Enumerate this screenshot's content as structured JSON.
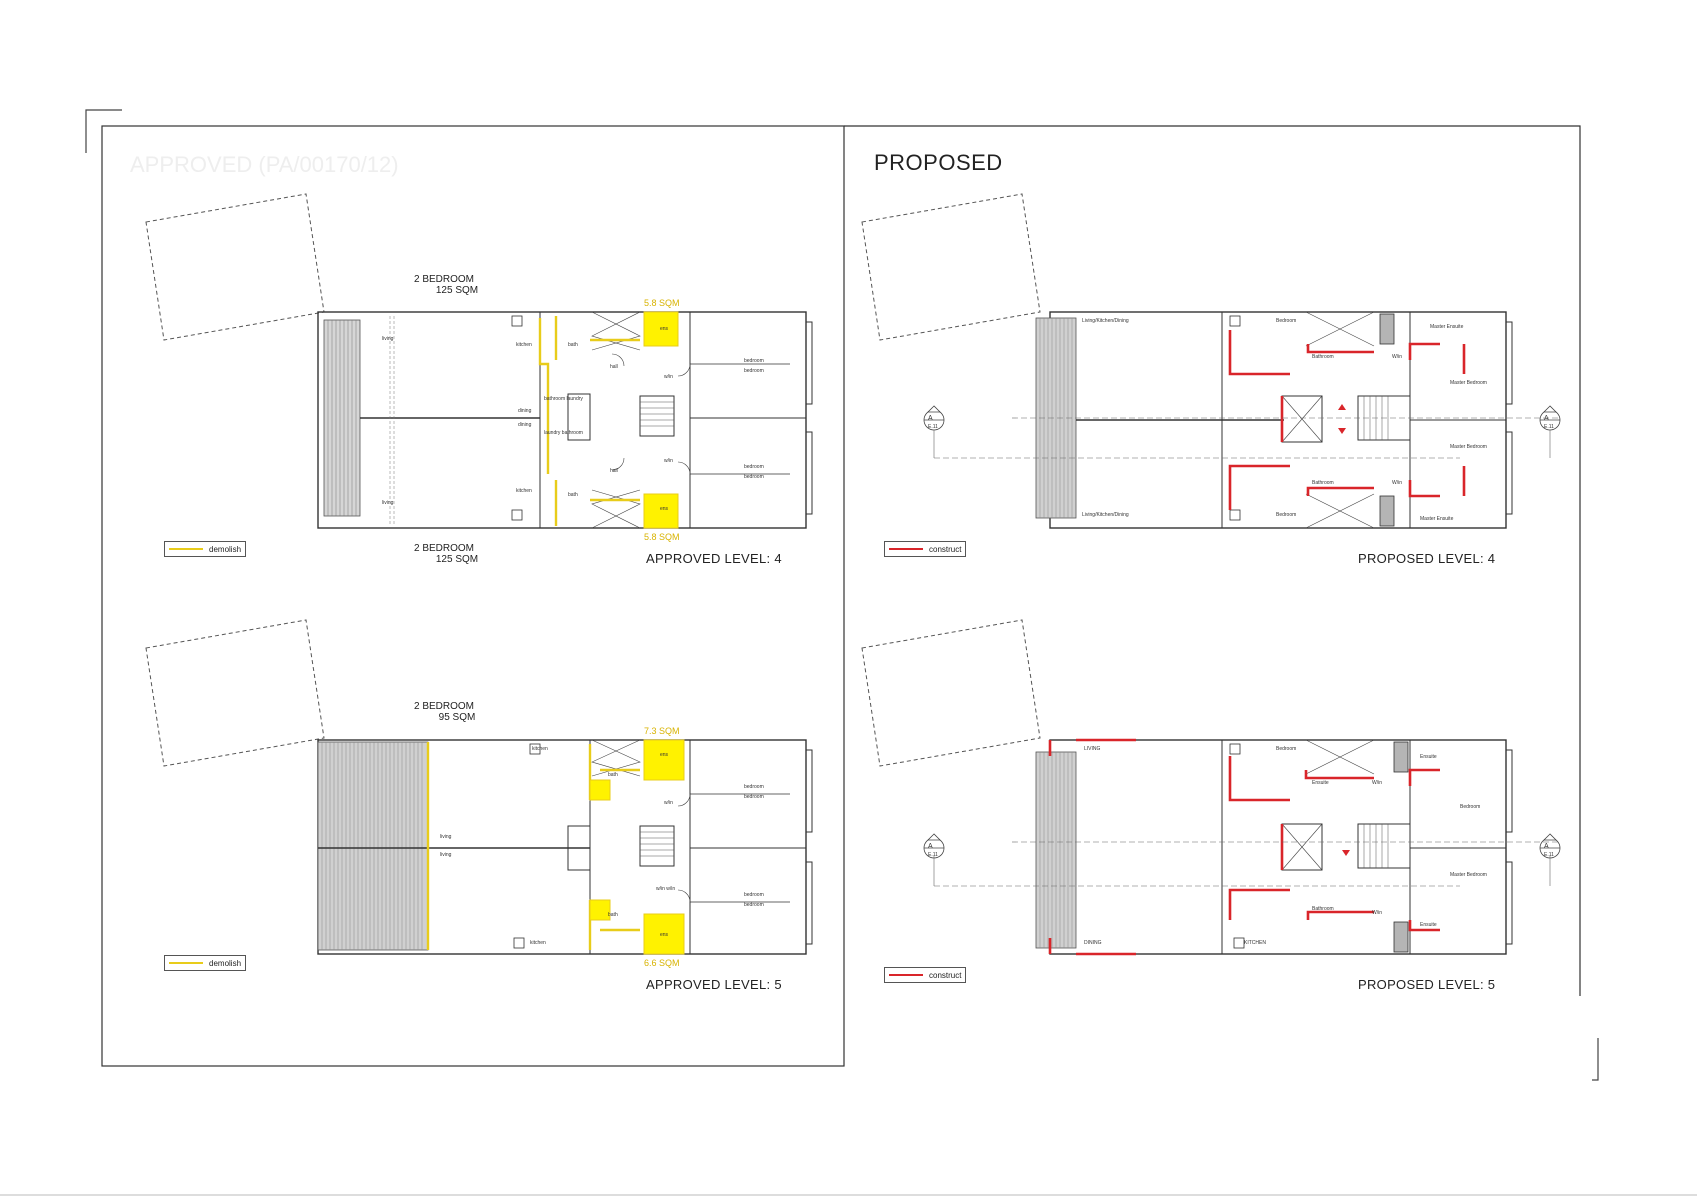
{
  "sheet": {
    "left_title": "APPROVED (PA/00170/12)",
    "right_title": "PROPOSED"
  },
  "colors": {
    "demolish": "#e8cc1a",
    "demolish_fill": "#fff200",
    "construct": "#d9252a",
    "line": "#333333"
  },
  "approved_l4": {
    "caption": "APPROVED LEVEL: 4",
    "top_unit": "2 BEDROOM",
    "top_area": "125 SQM",
    "bottom_unit": "2 BEDROOM",
    "bottom_area": "125 SQM",
    "tag_top": "5.8 SQM",
    "tag_bottom": "5.8 SQM",
    "legend": "demolish",
    "rooms": [
      "living",
      "kitchen",
      "bath",
      "hall",
      "bedroom",
      "bedroom",
      "w/in",
      "ens",
      "dining",
      "bathroom laundry",
      "laundry bathroom",
      "dining",
      "hall",
      "w/in",
      "bedroom",
      "bedroom",
      "kitchen",
      "living",
      "bath",
      "ens"
    ]
  },
  "approved_l5": {
    "caption": "APPROVED LEVEL: 5",
    "top_unit": "2 BEDROOM",
    "top_area": "95 SQM",
    "tag_top": "7.3 SQM",
    "tag_bottom": "6.6 SQM",
    "legend": "demolish",
    "rooms": [
      "kitchen",
      "bath",
      "ens",
      "bedroom",
      "bedroom",
      "w/in",
      "living",
      "living",
      "w/in w/in",
      "bedroom",
      "bedroom",
      "bath",
      "ens",
      "kitchen"
    ]
  },
  "proposed_l4": {
    "caption": "PROPOSED LEVEL: 4",
    "legend": "construct",
    "section_tag": "A",
    "section_ref": "E.11",
    "rooms": [
      "Living/Kitchen/Dining",
      "Bedroom",
      "Bathroom",
      "W/in",
      "Master Ensuite",
      "Master Bedroom",
      "Master Bedroom",
      "Bathroom",
      "W/in",
      "Bedroom",
      "Master Ensuite",
      "Living/Kitchen/Dining"
    ]
  },
  "proposed_l5": {
    "caption": "PROPOSED LEVEL: 5",
    "legend": "construct",
    "section_tag": "A",
    "section_ref": "E.11",
    "rooms": [
      "LIVING",
      "Bedroom",
      "Ensuite",
      "W/in",
      "Ensuite",
      "Bedroom",
      "Master Bedroom",
      "Bathroom",
      "W/in",
      "Ensuite",
      "DINING",
      "KITCHEN"
    ]
  }
}
